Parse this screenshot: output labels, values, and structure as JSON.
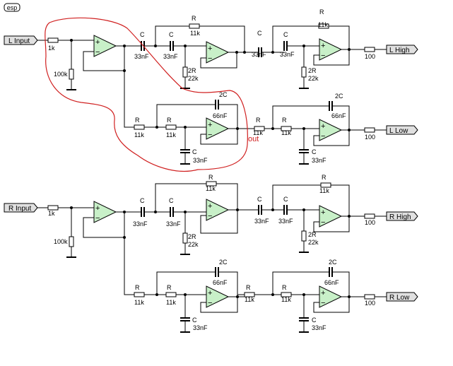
{
  "logo": "esp",
  "signals": {
    "l_input": "L Input",
    "l_high": "L High",
    "l_low": "L Low",
    "r_input": "R Input",
    "r_high": "R High",
    "r_low": "R Low"
  },
  "labels": {
    "r": "R",
    "c": "C",
    "two_c": "2C",
    "two_r": "2R",
    "r_11k": "11k",
    "r_1k": "1k",
    "r_100k": "100k",
    "r_22k": "22k",
    "r_100": "100",
    "c_33nf": "33nF",
    "c_66nf": "66nF",
    "opamp_plus": "+",
    "opamp_minus": "−"
  },
  "annotation": {
    "out_label": "out",
    "highlight_color": "#d02020"
  },
  "colors": {
    "opamp_fill": "#c8f0c8",
    "tag_fill": "#e0e0e0",
    "wire": "#000000"
  }
}
